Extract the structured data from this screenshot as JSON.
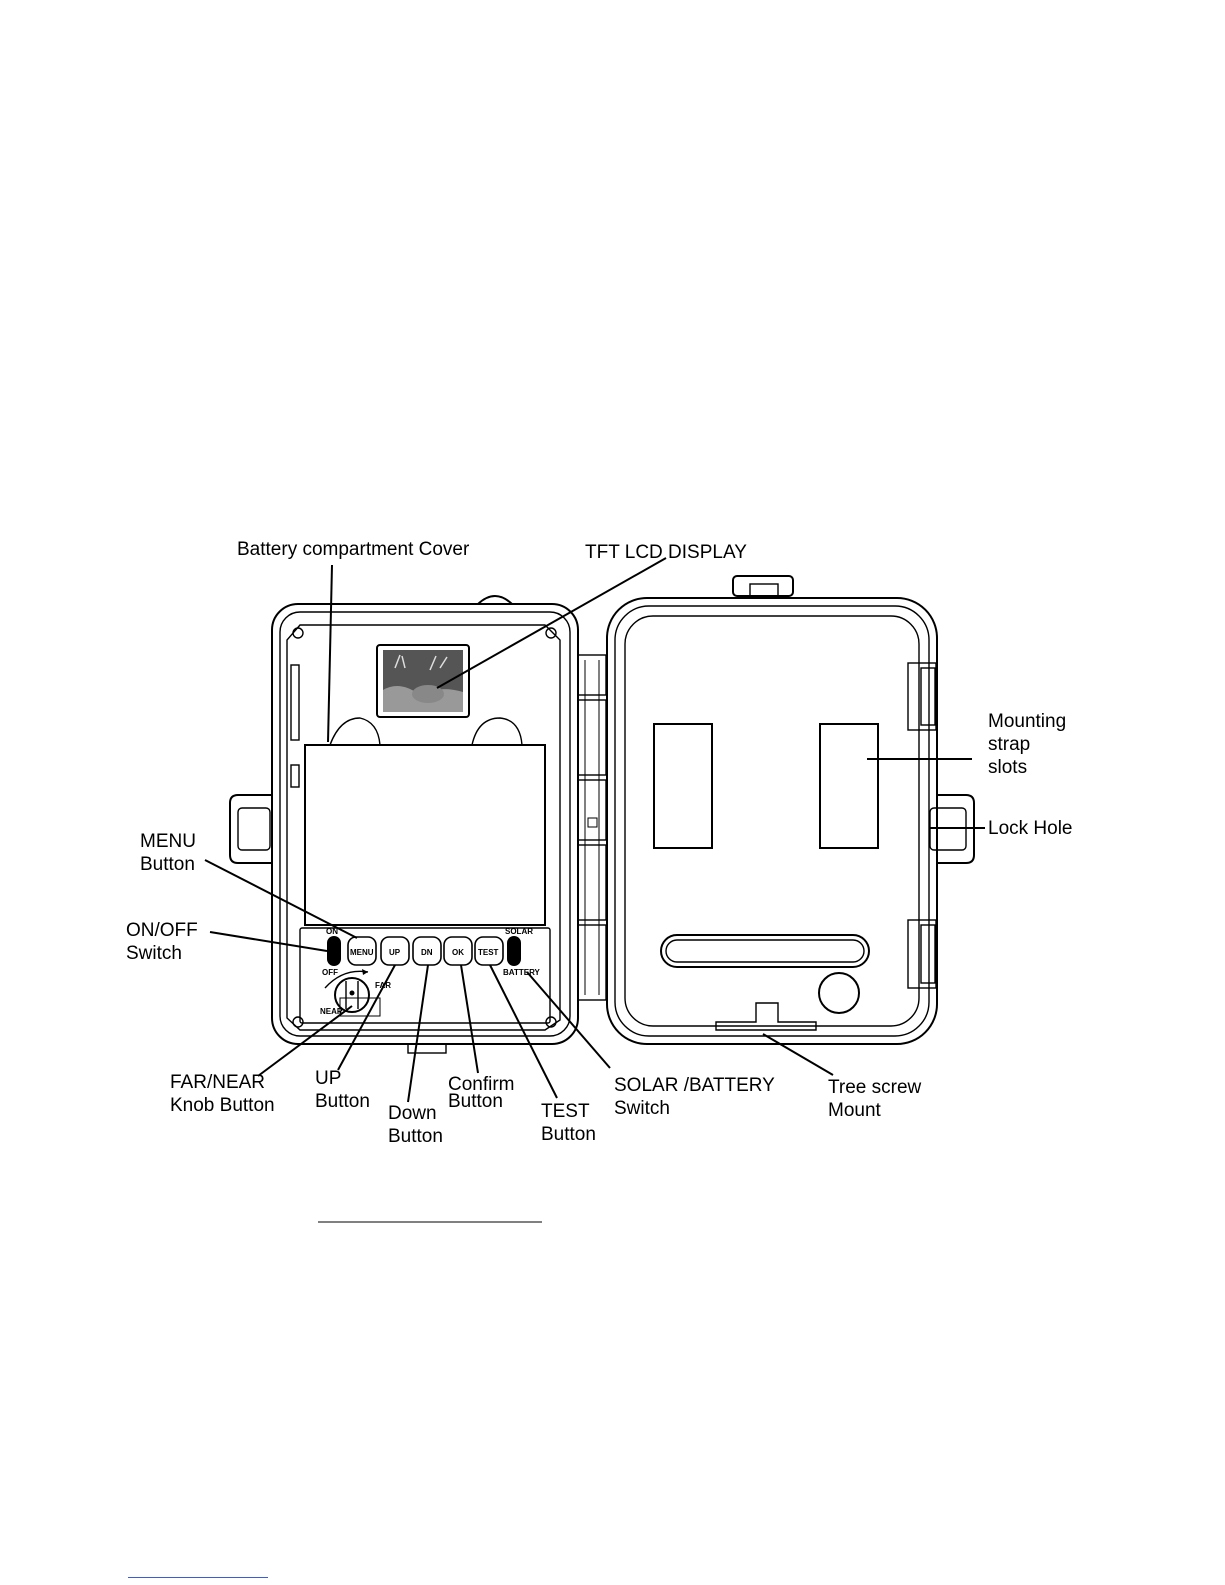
{
  "labels": {
    "battery_cover": "Battery compartment Cover",
    "tft_lcd": "TFT  LCD DISPLAY",
    "mounting_strap": [
      "Mounting",
      "strap",
      "slots"
    ],
    "lock_hole": "Lock Hole",
    "menu_button": [
      "MENU",
      "Button"
    ],
    "on_off_switch": [
      "ON/OFF",
      "Switch"
    ],
    "far_near_knob": [
      "FAR/NEAR",
      "Knob Button"
    ],
    "up_button": [
      "UP",
      "Button"
    ],
    "down_button": [
      "Down",
      "Button"
    ],
    "confirm_button": [
      "Confirm",
      "Button"
    ],
    "test_button": [
      "TEST",
      "Button"
    ],
    "solar_battery_switch": [
      "SOLAR /BATTERY",
      "Switch"
    ],
    "tree_screw_mount": [
      "Tree screw",
      "Mount"
    ]
  },
  "panel": {
    "buttons": [
      "MENU",
      "UP",
      "DN",
      "OK",
      "TEST"
    ],
    "on": "ON",
    "off": "OFF",
    "solar": "SOLAR",
    "battery": "BATTERY",
    "near": "NEAR",
    "far": "FAR"
  }
}
